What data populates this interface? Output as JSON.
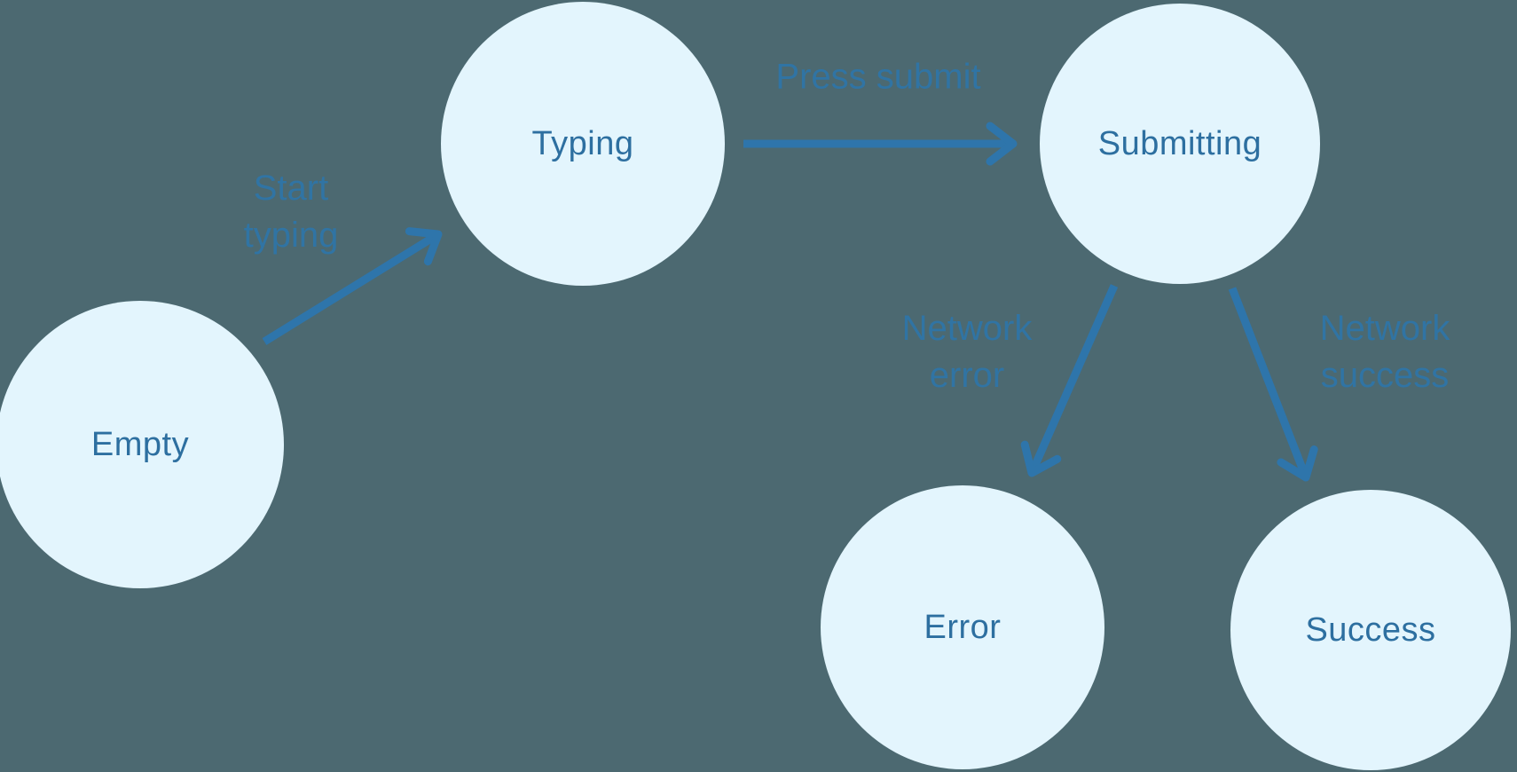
{
  "diagram": {
    "type": "state-machine",
    "nodes": [
      {
        "id": "empty",
        "label": "Empty"
      },
      {
        "id": "typing",
        "label": "Typing"
      },
      {
        "id": "submitting",
        "label": "Submitting"
      },
      {
        "id": "error",
        "label": "Error"
      },
      {
        "id": "success",
        "label": "Success"
      }
    ],
    "edges": [
      {
        "from": "empty",
        "to": "typing",
        "label": "Start typing",
        "label_lines": [
          "Start",
          "typing"
        ]
      },
      {
        "from": "typing",
        "to": "submitting",
        "label": "Press submit",
        "label_lines": [
          "Press submit"
        ]
      },
      {
        "from": "submitting",
        "to": "error",
        "label": "Network error",
        "label_lines": [
          "Network",
          "error"
        ]
      },
      {
        "from": "submitting",
        "to": "success",
        "label": "Network success",
        "label_lines": [
          "Network",
          "success"
        ]
      }
    ],
    "colors": {
      "background": "#4C6971",
      "node_fill": "#E3F5FD",
      "node_text": "#2D6FA0",
      "edge_label_text": "#3074A4",
      "arrow": "#2E75AB"
    }
  }
}
